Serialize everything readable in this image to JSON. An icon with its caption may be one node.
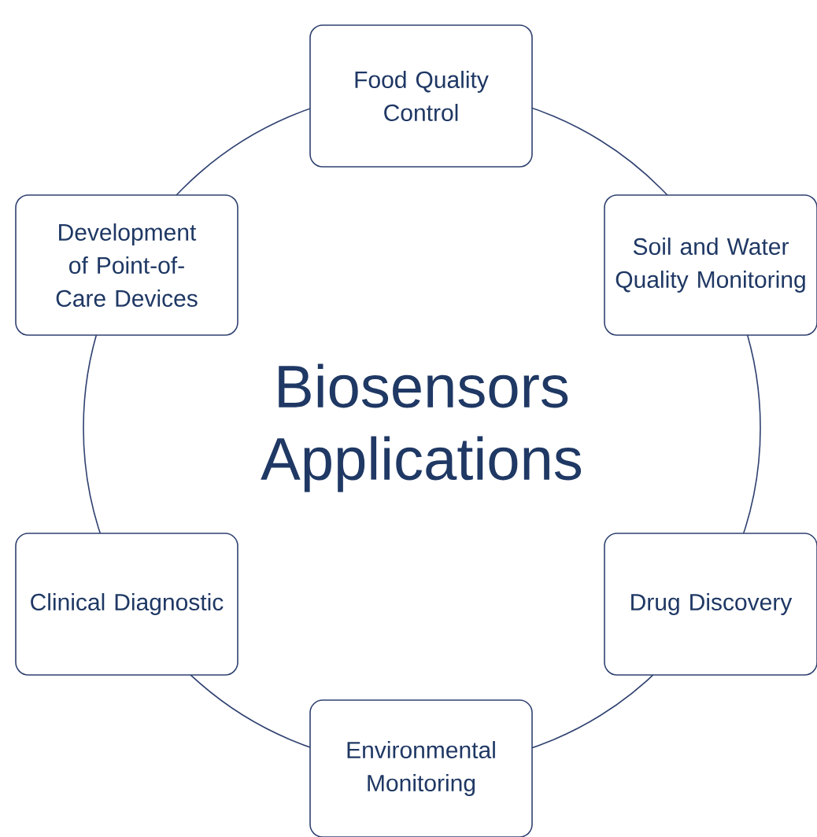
{
  "diagram": {
    "nodes": [
      {
        "text": [
          "Biosensors Applications"
        ]
      },
      {
        "text": [
          "Food Quality Control"
        ]
      },
      {
        "text": [
          "Soil and Water Quality Monitoring"
        ]
      },
      {
        "text": [
          "Drug Discovery"
        ]
      },
      {
        "text": [
          "Environmental Monitoring"
        ]
      },
      {
        "text": [
          "Clinical Diagnostic"
        ]
      },
      {
        "text": [
          "Development of Point-of-Care Devices"
        ]
      }
    ]
  }
}
